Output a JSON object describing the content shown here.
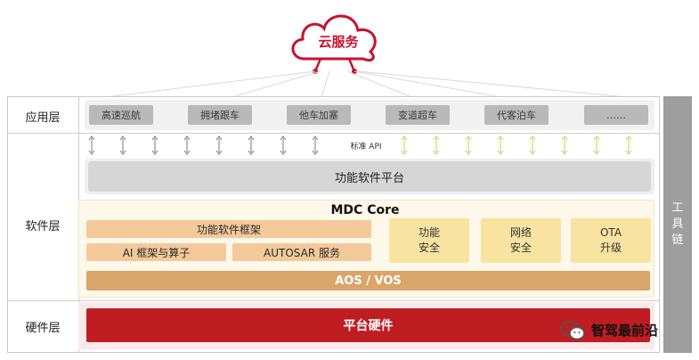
{
  "cloud": {
    "label": "云服务"
  },
  "layers": {
    "app": "应用层",
    "software": "软件层",
    "hardware": "硬件层"
  },
  "apps": [
    "高速巡航",
    "拥堵跟车",
    "他车加塞",
    "变道超车",
    "代客泊车",
    "……"
  ],
  "api_label": "标准 API",
  "sw_platform": "功能软件平台",
  "mdc": {
    "title": "MDC Core",
    "framework": "功能软件框架",
    "ai": "AI 框架与算子",
    "autosar": "AUTOSAR 服务",
    "safety1": [
      "功能",
      "安全"
    ],
    "safety2": [
      "网络",
      "安全"
    ],
    "ota": [
      "OTA",
      "升级"
    ],
    "aos": "AOS / VOS"
  },
  "hardware": "平台硬件",
  "toolchain": [
    "工",
    "具",
    "链"
  ],
  "watermark": "智驾最前沿",
  "colors": {
    "brand_red": "#c8102e",
    "hardware_red": "#c01d23",
    "orange": "#f4c99a",
    "yellow": "#f8e4a0",
    "aos_tan": "#d9a569",
    "gray": "#9e9e9e",
    "arrow_yellow": "#d8c35a"
  }
}
